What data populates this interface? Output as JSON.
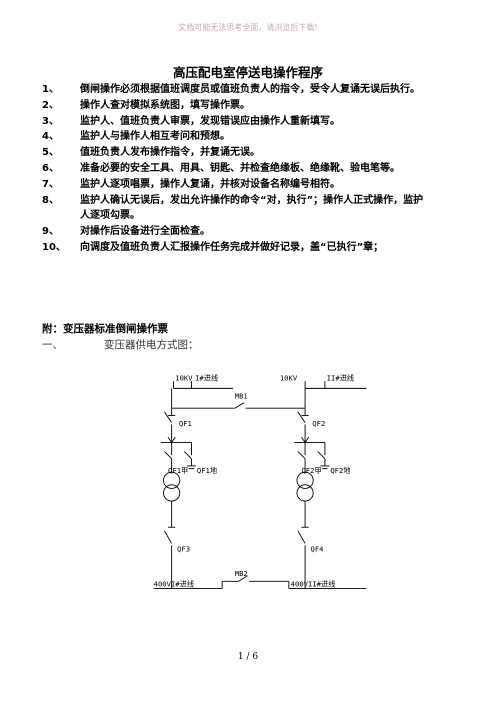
{
  "watermark": "文档可能无法思考全面，请浏览后下载!",
  "title": "高压配电室停送电操作程序",
  "steps": [
    {
      "num": "1、",
      "text": "倒闸操作必须根据值班调度员或值班负责人的指令，受令人复诵无误后执行。"
    },
    {
      "num": "2、",
      "text": "操作人查对模拟系统图，填写操作票。"
    },
    {
      "num": "3、",
      "text": "监护人、值班负责人审票，发现错误应由操作人重新填写。"
    },
    {
      "num": "4、",
      "text": "监护人与操作人相互考问和预想。"
    },
    {
      "num": "5、",
      "text": "值班负责人发布操作指令，并复诵无误。"
    },
    {
      "num": "6、",
      "text": "准备必要的安全工具、用具、钥匙、并检查绝缘板、绝缘靴、验电笔等。"
    },
    {
      "num": "7、",
      "text": "监护人逐项唱票，操作人复诵，并核对设备名称编号相符。"
    },
    {
      "num": "8、",
      "text": "监护人确认无误后，发出允许操作的命令“对，执行”；操作人正式操作，监护人逐项勾票。"
    },
    {
      "num": "9、",
      "text": "对操作后设备进行全面检查。"
    },
    {
      "num": "10、",
      "text": "向调度及值班负责人汇报操作任务完成并做好记录，盖“已执行”章；"
    }
  ],
  "appendix": "附：变压器标准倒闸操作票",
  "section": {
    "num": "一、",
    "text": "变压器供电方式图："
  },
  "diagram": {
    "bus_left_voltage": "10KV",
    "bus_left_name": "I#进线",
    "bus_right_voltage": "10KV",
    "bus_right_name": "II#进线",
    "tie_top": "MB1",
    "qf1": "QF1",
    "qf2": "QF2",
    "qf1a": "QF1甲",
    "qf1g": "QF1地",
    "qf2a": "QF2甲",
    "qf2g": "QF2地",
    "qf3": "QF3",
    "qf4": "QF4",
    "tie_bottom": "MB2",
    "lv_left": "400VI#进线",
    "lv_right": "400VII#进线"
  },
  "page": "1 / 6"
}
